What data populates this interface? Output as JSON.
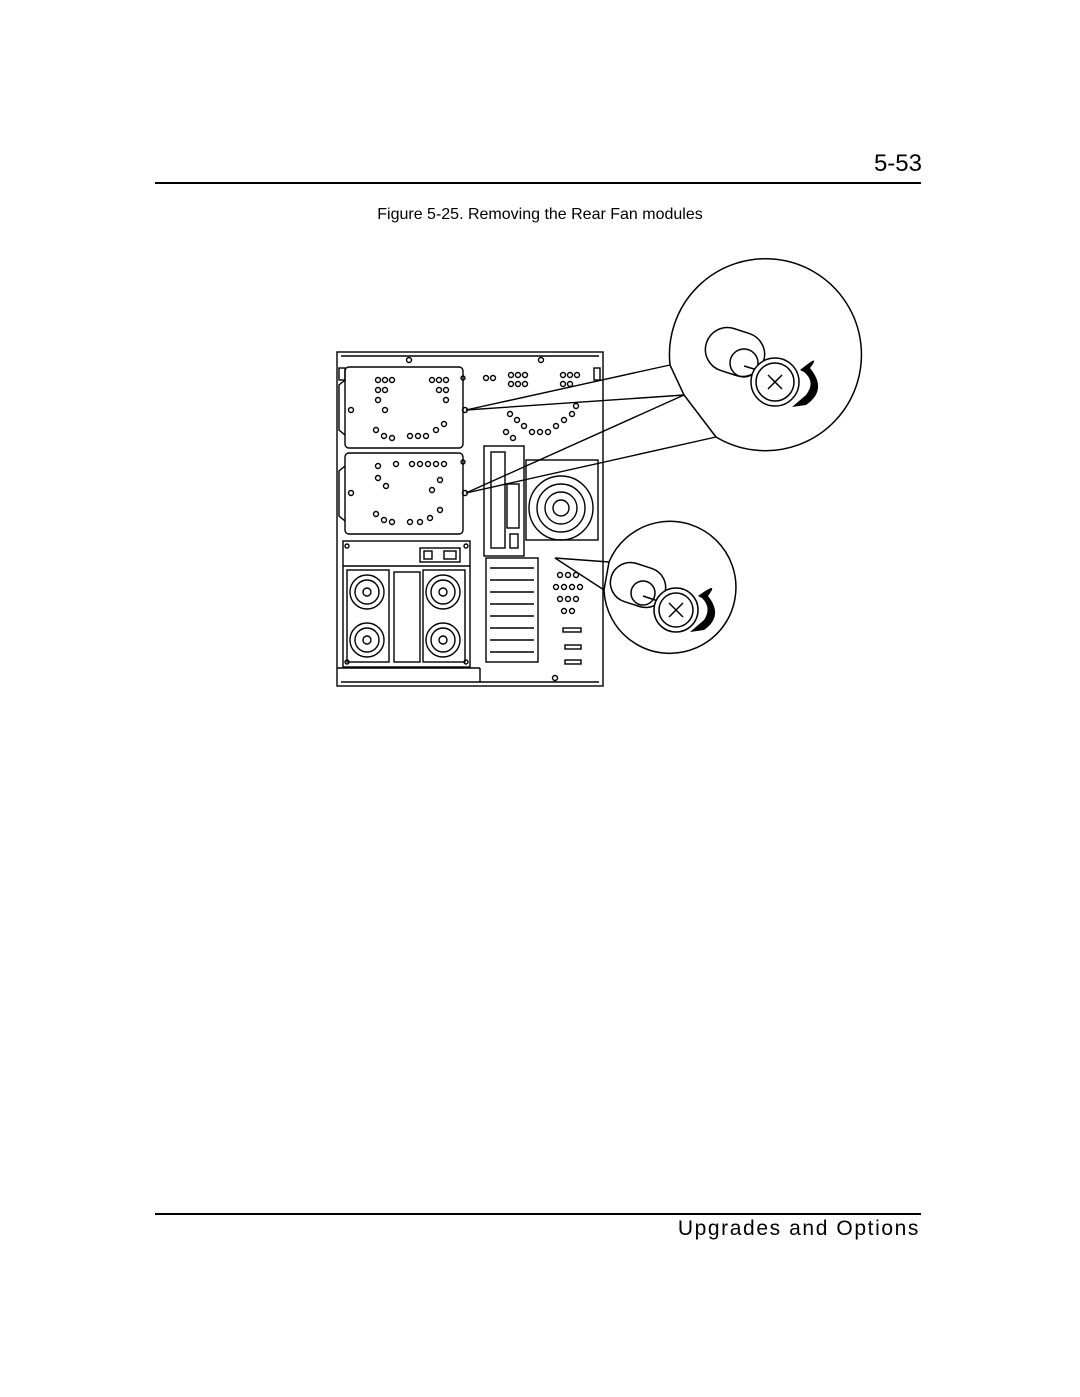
{
  "header": {
    "page_number": "5-53"
  },
  "figure": {
    "caption": "Figure 5-25.  Removing the Rear Fan modules"
  },
  "footer": {
    "section_title": "Upgrades and Options"
  }
}
